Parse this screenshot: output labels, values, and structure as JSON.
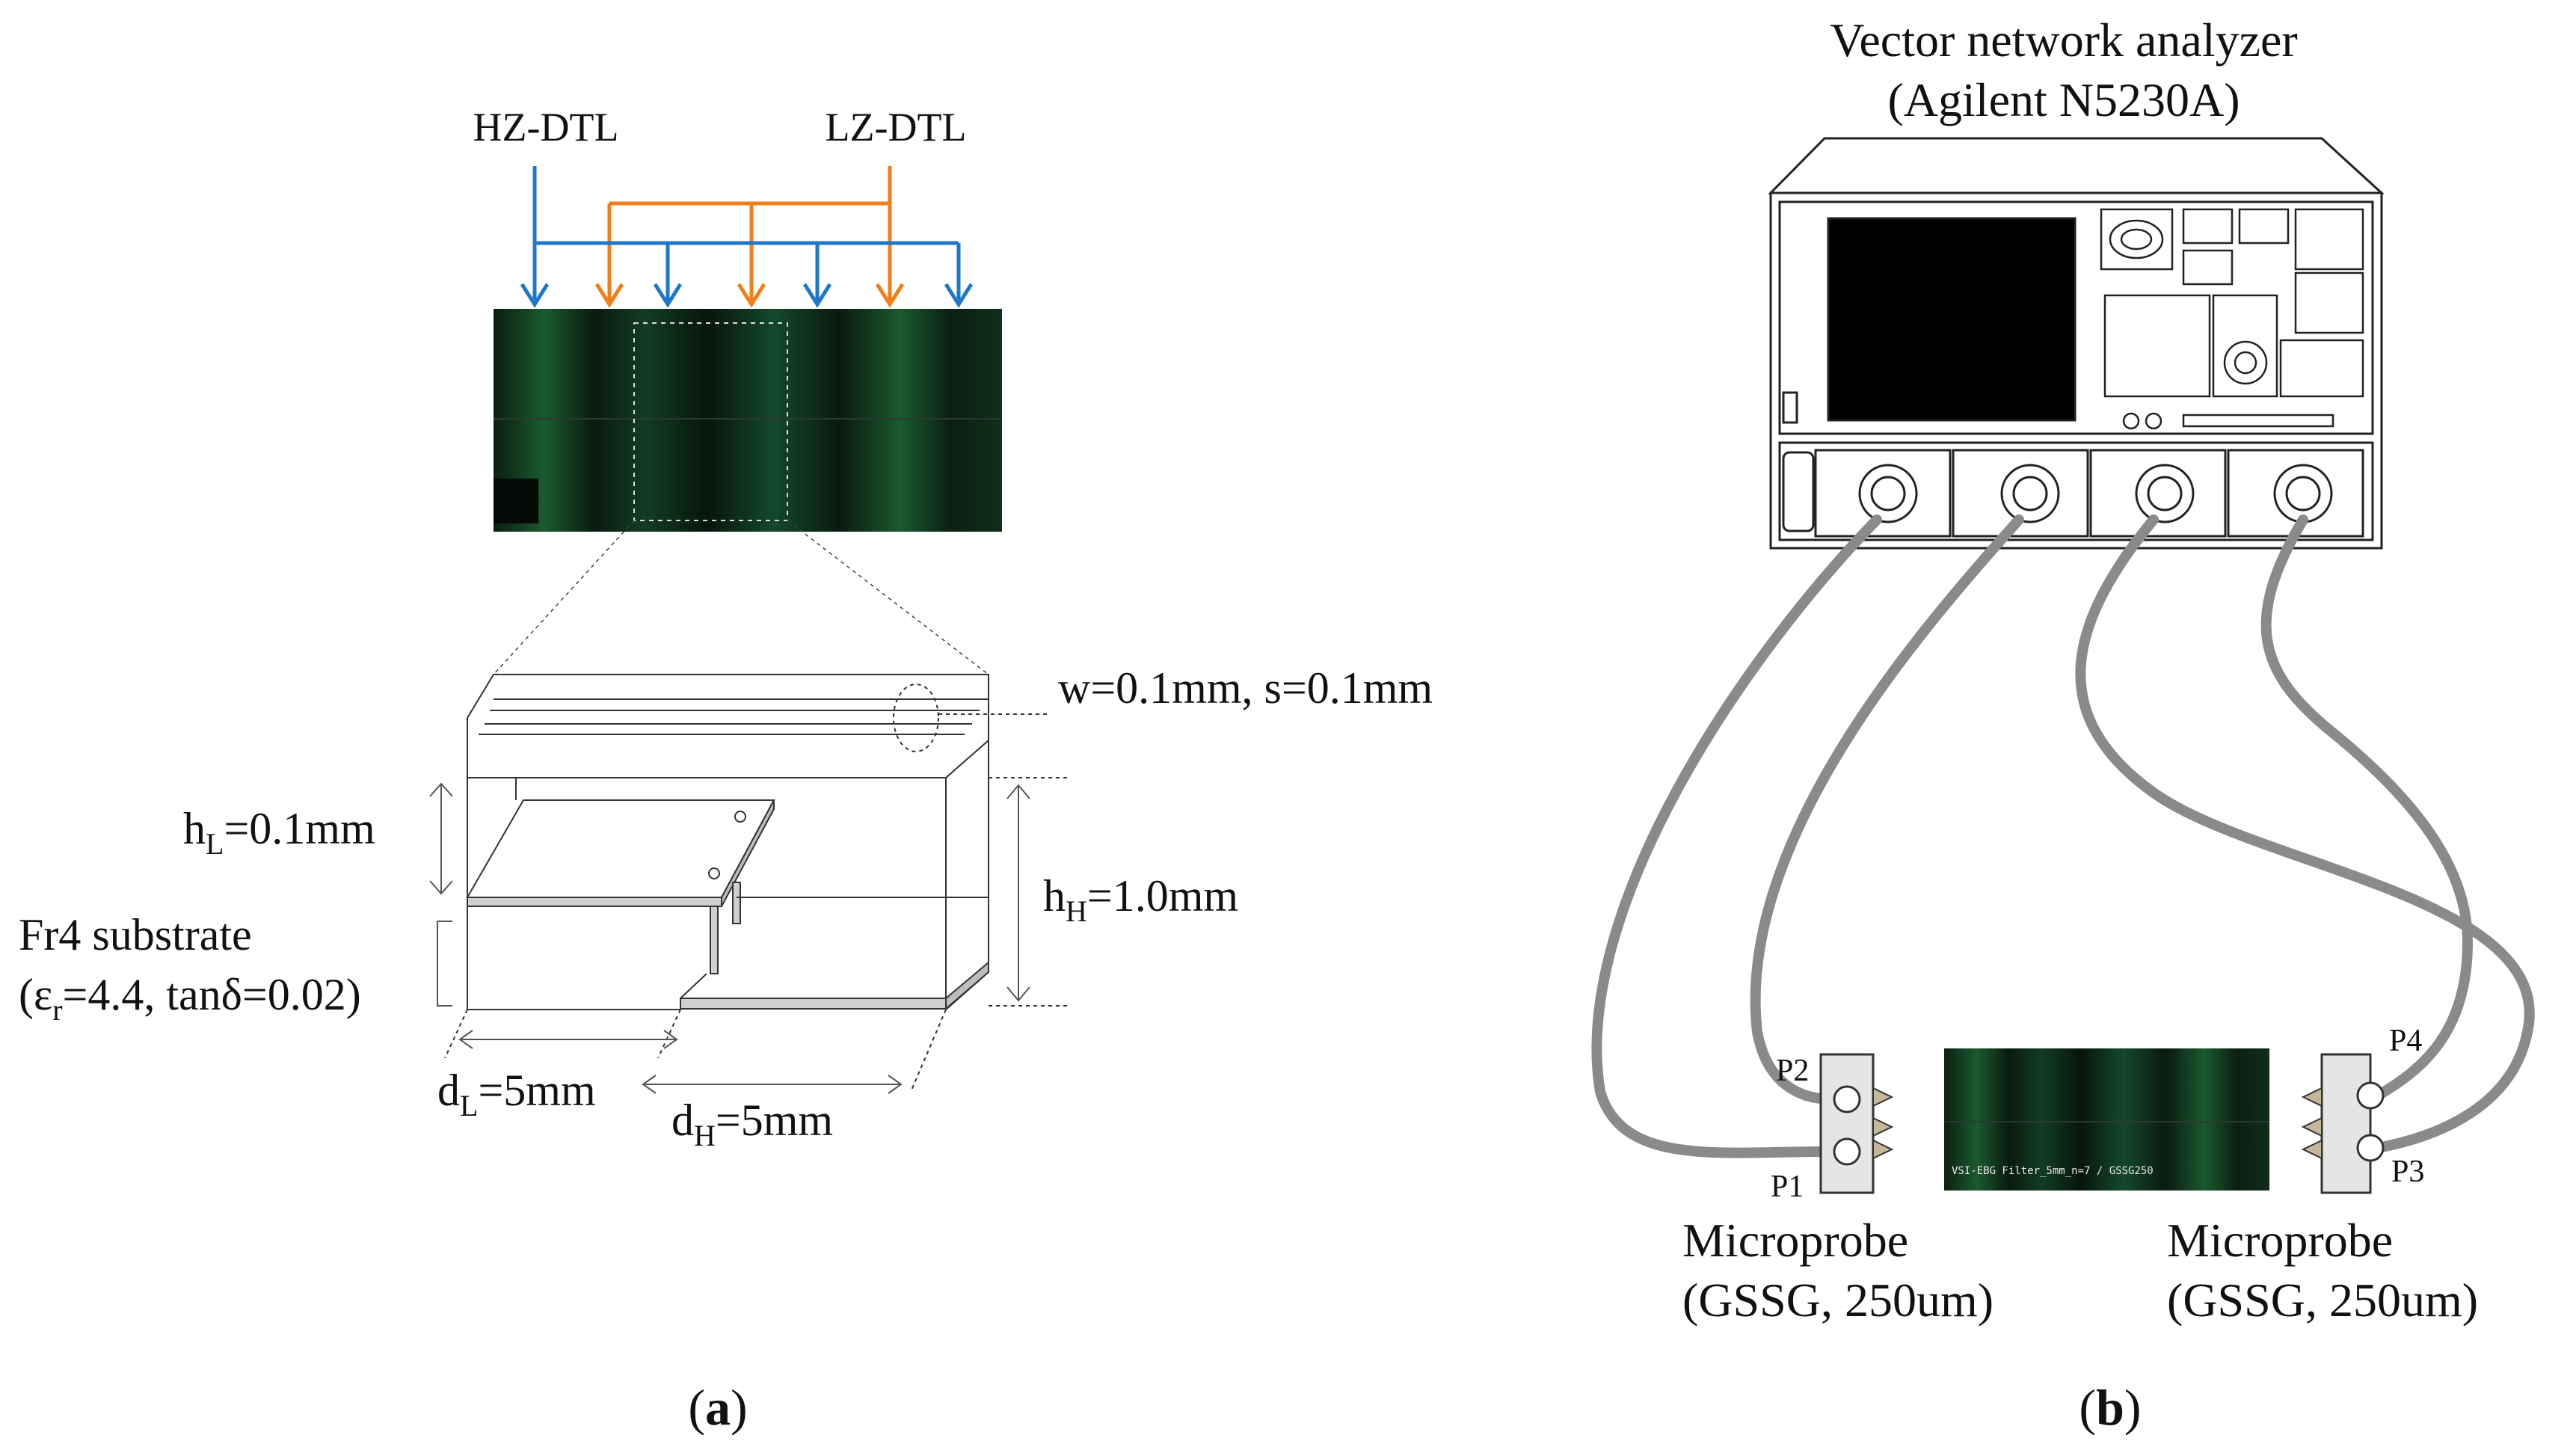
{
  "panel_a": {
    "top_labels": {
      "hz": "HZ-DTL",
      "lz": "LZ-DTL"
    },
    "dims": {
      "ws": "w=0.1mm, s=0.1mm",
      "hL_main": "h",
      "hL_sub": "L",
      "hL_val": "=0.1mm",
      "hH_main": "h",
      "hH_sub": "H",
      "hH_val": "=1.0mm",
      "sub_line1": "Fr4 substrate",
      "sub_line2_pre": "(ε",
      "sub_line2_sub": "r",
      "sub_line2_post": "=4.4, tanδ=0.02)",
      "dL_main": "d",
      "dL_sub": "L",
      "dL_val": "=5mm",
      "dH_main": "d",
      "dH_sub": "H",
      "dH_val": "=5mm"
    },
    "caption_open": "(",
    "caption_letter": "a",
    "caption_close": ")"
  },
  "panel_b": {
    "vna_line1": "Vector network analyzer",
    "vna_line2": "(Agilent N5230A)",
    "ports": {
      "p1": "P1",
      "p2": "P2",
      "p3": "P3",
      "p4": "P4"
    },
    "chip_label": "VSI-EBG Filter_5mm_n=7 / GSSG250",
    "probe_left_line1": "Microprobe",
    "probe_left_line2": "(GSSG, 250um)",
    "probe_right_line1": "Microprobe",
    "probe_right_line2": "(GSSG, 250um)",
    "caption_open": "(",
    "caption_letter": "b",
    "caption_close": ")"
  },
  "colors": {
    "hz_arrow": "#1f77c9",
    "lz_arrow": "#f07f1a",
    "cable": "#8a8a8a",
    "board_dark": "#0b1f12",
    "board_green": "#14542a"
  }
}
